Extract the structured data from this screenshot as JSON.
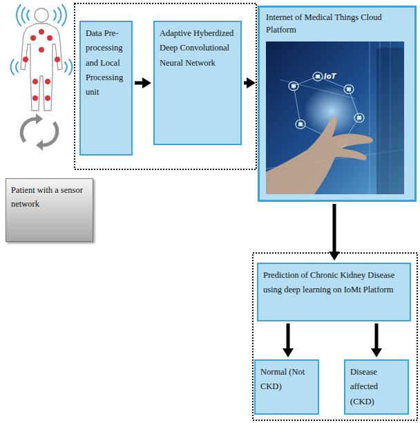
{
  "diagram": {
    "nodes": [
      {
        "text": [
          "Patient with a sensor network"
        ]
      },
      {
        "text": [
          "Data Pre-processing and Local Processing unit"
        ]
      },
      {
        "text": [
          "Adaptive Hyberdized Deep Convolutional Neural Network"
        ]
      },
      {
        "text": [
          "Internet of Medical Things Cloud Platform"
        ]
      },
      {
        "text": [
          "Prediction of Chronic Kidney Disease using deep learning on IoMt Platform"
        ]
      },
      {
        "text": [
          "Normal (Not CKD)"
        ]
      },
      {
        "text": [
          "Disease affected (CKD)"
        ]
      }
    ],
    "edges": [
      {
        "from": 1,
        "to": 2,
        "arrow": "to"
      },
      {
        "from": 2,
        "to": 3,
        "arrow": "to"
      },
      {
        "from": 3,
        "to": 4,
        "arrow": "to"
      },
      {
        "from": 4,
        "to": 5,
        "arrow": "to"
      },
      {
        "from": 4,
        "to": 6,
        "arrow": "to"
      }
    ],
    "labels": [
      "IoT"
    ]
  }
}
